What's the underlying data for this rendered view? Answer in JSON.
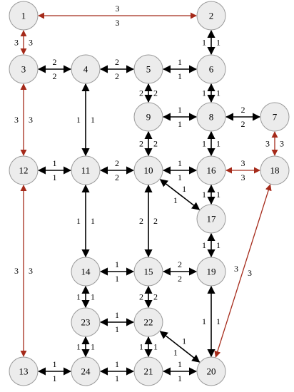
{
  "colors": {
    "black_edge": "#000000",
    "red_edge": "#a52a1a"
  },
  "nodes": [
    {
      "id": "1",
      "label": "1"
    },
    {
      "id": "2",
      "label": "2"
    },
    {
      "id": "3",
      "label": "3"
    },
    {
      "id": "4",
      "label": "4"
    },
    {
      "id": "5",
      "label": "5"
    },
    {
      "id": "6",
      "label": "6"
    },
    {
      "id": "7",
      "label": "7"
    },
    {
      "id": "8",
      "label": "8"
    },
    {
      "id": "9",
      "label": "9"
    },
    {
      "id": "10",
      "label": "10"
    },
    {
      "id": "11",
      "label": "11"
    },
    {
      "id": "12",
      "label": "12"
    },
    {
      "id": "13",
      "label": "13"
    },
    {
      "id": "14",
      "label": "14"
    },
    {
      "id": "15",
      "label": "15"
    },
    {
      "id": "16",
      "label": "16"
    },
    {
      "id": "17",
      "label": "17"
    },
    {
      "id": "18",
      "label": "18"
    },
    {
      "id": "19",
      "label": "19"
    },
    {
      "id": "20",
      "label": "20"
    },
    {
      "id": "21",
      "label": "21"
    },
    {
      "id": "22",
      "label": "22"
    },
    {
      "id": "23",
      "label": "23"
    },
    {
      "id": "24",
      "label": "24"
    }
  ],
  "edges": [
    {
      "from": "1",
      "to": "2",
      "labels": [
        "3",
        "3"
      ],
      "color": "red"
    },
    {
      "from": "1",
      "to": "3",
      "labels": [
        "3",
        "3"
      ],
      "color": "red"
    },
    {
      "from": "2",
      "to": "6",
      "labels": [
        "1",
        "1"
      ],
      "color": "black"
    },
    {
      "from": "3",
      "to": "4",
      "labels": [
        "2",
        "2"
      ],
      "color": "black"
    },
    {
      "from": "3",
      "to": "12",
      "labels": [
        "3",
        "3"
      ],
      "color": "red"
    },
    {
      "from": "4",
      "to": "5",
      "labels": [
        "2",
        "2"
      ],
      "color": "black"
    },
    {
      "from": "4",
      "to": "11",
      "labels": [
        "1",
        "1"
      ],
      "color": "black"
    },
    {
      "from": "5",
      "to": "6",
      "labels": [
        "1",
        "1"
      ],
      "color": "black"
    },
    {
      "from": "5",
      "to": "9",
      "labels": [
        "2",
        "2"
      ],
      "color": "black"
    },
    {
      "from": "6",
      "to": "8",
      "labels": [
        "1",
        "1"
      ],
      "color": "black"
    },
    {
      "from": "8",
      "to": "7",
      "labels": [
        "2",
        "2"
      ],
      "color": "black"
    },
    {
      "from": "9",
      "to": "8",
      "labels": [
        "1",
        "1"
      ],
      "color": "black"
    },
    {
      "from": "9",
      "to": "10",
      "labels": [
        "2",
        "2"
      ],
      "color": "black"
    },
    {
      "from": "8",
      "to": "16",
      "labels": [
        "1",
        "1"
      ],
      "color": "black"
    },
    {
      "from": "7",
      "to": "18",
      "labels": [
        "3",
        "3"
      ],
      "color": "red"
    },
    {
      "from": "12",
      "to": "11",
      "labels": [
        "1",
        "1"
      ],
      "color": "black"
    },
    {
      "from": "11",
      "to": "10",
      "labels": [
        "2",
        "2"
      ],
      "color": "black"
    },
    {
      "from": "10",
      "to": "16",
      "labels": [
        "1",
        "1"
      ],
      "color": "black"
    },
    {
      "from": "16",
      "to": "18",
      "labels": [
        "3",
        "3"
      ],
      "color": "red"
    },
    {
      "from": "10",
      "to": "17",
      "labels": [
        "1",
        "1"
      ],
      "color": "black"
    },
    {
      "from": "16",
      "to": "17",
      "labels": [
        "1",
        "1"
      ],
      "color": "black"
    },
    {
      "from": "11",
      "to": "14",
      "labels": [
        "1",
        "1"
      ],
      "color": "black"
    },
    {
      "from": "10",
      "to": "15",
      "labels": [
        "2",
        "2"
      ],
      "color": "black"
    },
    {
      "from": "17",
      "to": "19",
      "labels": [
        "1",
        "1"
      ],
      "color": "black"
    },
    {
      "from": "12",
      "to": "13",
      "labels": [
        "3",
        "3"
      ],
      "color": "red"
    },
    {
      "from": "18",
      "to": "20",
      "labels": [
        "3",
        "3"
      ],
      "color": "red"
    },
    {
      "from": "14",
      "to": "15",
      "labels": [
        "1",
        "1"
      ],
      "color": "black"
    },
    {
      "from": "15",
      "to": "19",
      "labels": [
        "2",
        "2"
      ],
      "color": "black"
    },
    {
      "from": "14",
      "to": "23",
      "labels": [
        "1",
        "1"
      ],
      "color": "black"
    },
    {
      "from": "15",
      "to": "22",
      "labels": [
        "2",
        "2"
      ],
      "color": "black"
    },
    {
      "from": "19",
      "to": "20",
      "labels": [
        "1",
        "1"
      ],
      "color": "black"
    },
    {
      "from": "23",
      "to": "22",
      "labels": [
        "1",
        "1"
      ],
      "color": "black"
    },
    {
      "from": "22",
      "to": "20",
      "labels": [
        "1",
        "1"
      ],
      "color": "black"
    },
    {
      "from": "23",
      "to": "24",
      "labels": [
        "1",
        "1"
      ],
      "color": "black"
    },
    {
      "from": "22",
      "to": "21",
      "labels": [
        "1",
        "1"
      ],
      "color": "black"
    },
    {
      "from": "13",
      "to": "24",
      "labels": [
        "1",
        "1"
      ],
      "color": "black"
    },
    {
      "from": "24",
      "to": "21",
      "labels": [
        "1",
        "1"
      ],
      "color": "black"
    },
    {
      "from": "21",
      "to": "20",
      "labels": [
        "1",
        "1"
      ],
      "color": "black"
    }
  ]
}
